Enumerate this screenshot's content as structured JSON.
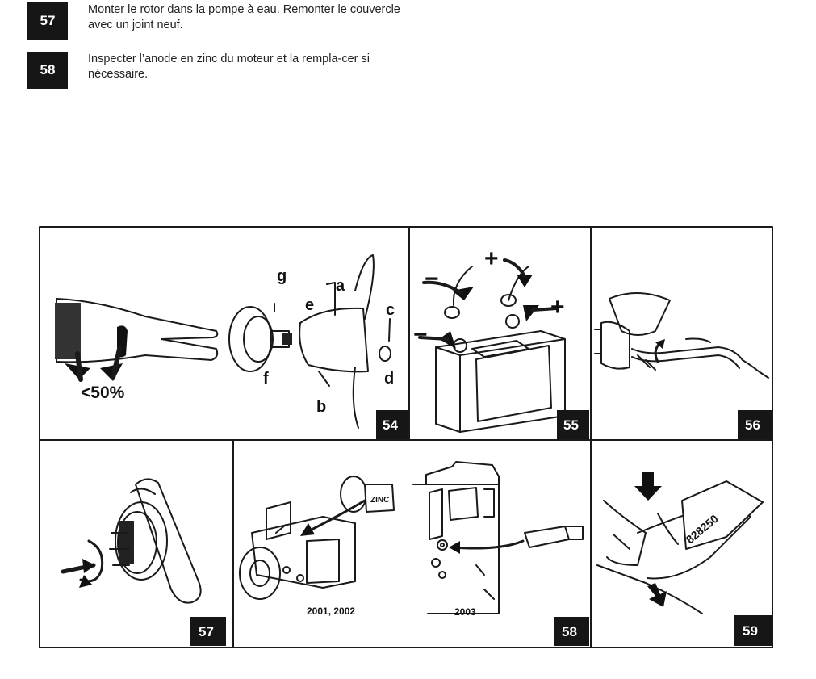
{
  "steps": [
    {
      "number": "57",
      "text": "Monter le rotor dans la pompe à eau. Remonter le couvercle avec un joint neuf."
    },
    {
      "number": "58",
      "text": "Inspecter l’anode en zinc du moteur et la rempla-cer si nécessaire."
    }
  ],
  "figures": {
    "f54": {
      "number": "54",
      "wear_label": "<50%",
      "part_labels": [
        "a",
        "b",
        "c",
        "d",
        "e",
        "f",
        "g"
      ]
    },
    "f55": {
      "number": "55",
      "plus": "+",
      "minus": "−"
    },
    "f56": {
      "number": "56"
    },
    "f57": {
      "number": "57"
    },
    "f58": {
      "number": "58",
      "zinc_text": "ZINC",
      "caption_left": "2001, 2002",
      "caption_right": "2003"
    },
    "f59": {
      "number": "59",
      "tube_text": "828250"
    }
  },
  "icons": [
    "arrow-icon",
    "rotation-arrow-icon"
  ],
  "colors": {
    "badge": "#161616",
    "line": "#1a1a1a",
    "paper": "#ffffff"
  }
}
